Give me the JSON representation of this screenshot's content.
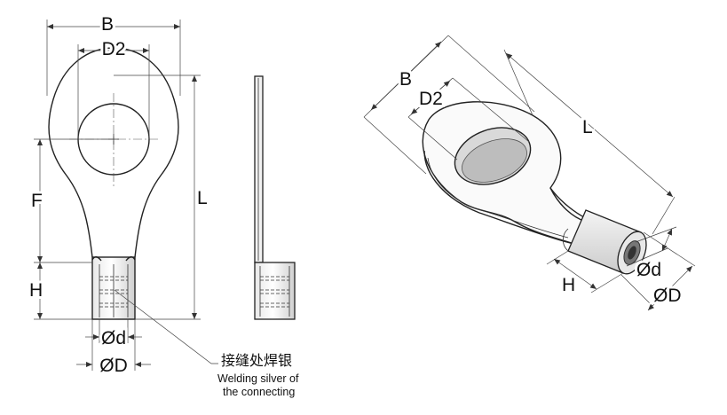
{
  "front_view": {
    "labels": {
      "B": "B",
      "D2": "D2",
      "F": "F",
      "H": "H",
      "L": "L",
      "d": "Ød",
      "D": "ØD"
    }
  },
  "iso_view": {
    "labels": {
      "B": "B",
      "D2": "D2",
      "L": "L",
      "H": "H",
      "d": "Ød",
      "D": "ØD"
    }
  },
  "callout": {
    "chinese": "接缝处焊银",
    "english_line1": "Welding silver of",
    "english_line2": "the connecting"
  }
}
